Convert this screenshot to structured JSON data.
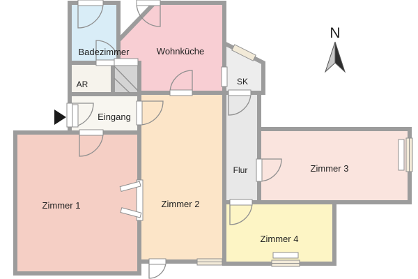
{
  "plan": {
    "compass_label": "N",
    "rooms": {
      "badezimmer": {
        "label": "Badezimmer"
      },
      "wohnkueche": {
        "label": "Wohnküche"
      },
      "ar": {
        "label": "AR"
      },
      "sk": {
        "label": "SK"
      },
      "eingang": {
        "label": "Eingang"
      },
      "zimmer1": {
        "label": "Zimmer 1"
      },
      "zimmer2": {
        "label": "Zimmer 2"
      },
      "flur": {
        "label": "Flur"
      },
      "zimmer3": {
        "label": "Zimmer 3"
      },
      "zimmer4": {
        "label": "Zimmer 4"
      }
    },
    "colors": {
      "wall": "#9c9c9c",
      "badezimmer": "#d9edf7",
      "wohnkueche": "#f8ced3",
      "ar": "#f6f3ec",
      "sk": "#ededed",
      "shaft": "#d4d4d4",
      "eingang": "#f8f6f0",
      "zimmer1": "#f5cfc5",
      "zimmer2": "#fce5c8",
      "flur": "#e8e8e8",
      "zimmer3": "#fae4de",
      "zimmer4": "#fdf5c5",
      "door": "#ffffff",
      "window": "#f2ead8",
      "arc": "#8f8f8f",
      "text": "#222222",
      "marker": "#1a1a1a",
      "needle_dark": "#2e2e2e",
      "needle_light": "#c9c9c9"
    }
  }
}
